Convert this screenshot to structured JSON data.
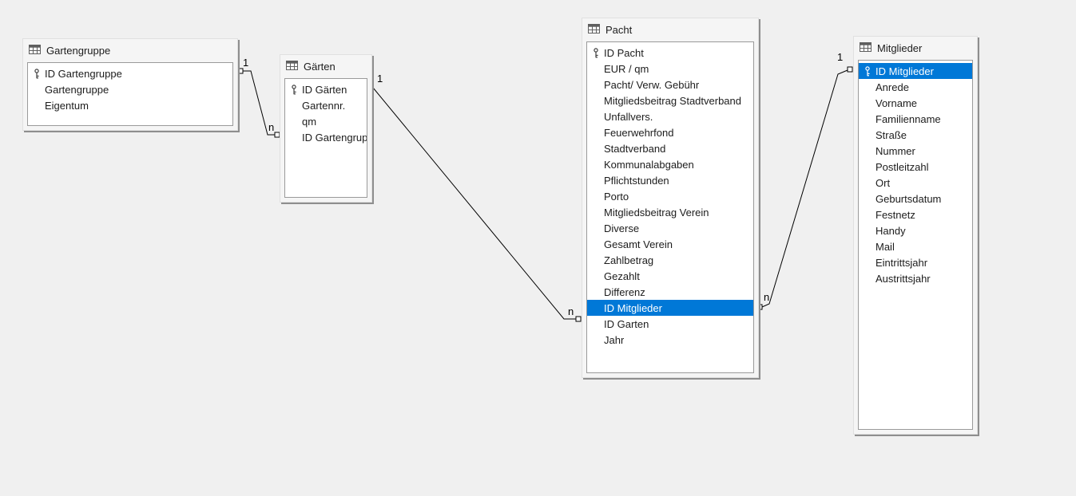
{
  "app": {
    "view_title": "Relation design canvas"
  },
  "colors": {
    "background": "#f0f0f0",
    "selection": "#0078d7",
    "selection_text": "#ffffff",
    "line": "#000000",
    "table_inner_border": "#9a9a9a"
  },
  "tables": [
    {
      "name": "Gartengruppe",
      "icon": "table-grid-icon",
      "fields": [
        {
          "label": "ID Gartengruppe",
          "key": true,
          "selected": false
        },
        {
          "label": "Gartengruppe",
          "key": false,
          "selected": false
        },
        {
          "label": "Eigentum",
          "key": false,
          "selected": false
        }
      ]
    },
    {
      "name": "Gärten",
      "icon": "table-grid-icon",
      "fields": [
        {
          "label": "ID Gärten",
          "key": true,
          "selected": false
        },
        {
          "label": "Gartennr.",
          "key": false,
          "selected": false
        },
        {
          "label": "qm",
          "key": false,
          "selected": false
        },
        {
          "label": "ID Gartengruppe",
          "key": false,
          "selected": false
        }
      ]
    },
    {
      "name": "Pacht",
      "icon": "table-grid-icon",
      "fields": [
        {
          "label": "ID Pacht",
          "key": true,
          "selected": false
        },
        {
          "label": "EUR / qm",
          "key": false,
          "selected": false
        },
        {
          "label": "Pacht/ Verw. Gebühr",
          "key": false,
          "selected": false
        },
        {
          "label": "Mitgliedsbeitrag Stadtverband",
          "key": false,
          "selected": false
        },
        {
          "label": "Unfallvers.",
          "key": false,
          "selected": false
        },
        {
          "label": "Feuerwehrfond",
          "key": false,
          "selected": false
        },
        {
          "label": "Stadtverband",
          "key": false,
          "selected": false
        },
        {
          "label": "Kommunalabgaben",
          "key": false,
          "selected": false
        },
        {
          "label": "Pflichtstunden",
          "key": false,
          "selected": false
        },
        {
          "label": "Porto",
          "key": false,
          "selected": false
        },
        {
          "label": "Mitgliedsbeitrag Verein",
          "key": false,
          "selected": false
        },
        {
          "label": "Diverse",
          "key": false,
          "selected": false
        },
        {
          "label": "Gesamt Verein",
          "key": false,
          "selected": false
        },
        {
          "label": "Zahlbetrag",
          "key": false,
          "selected": false
        },
        {
          "label": "Gezahlt",
          "key": false,
          "selected": false
        },
        {
          "label": "Differenz",
          "key": false,
          "selected": false
        },
        {
          "label": "ID Mitglieder",
          "key": false,
          "selected": true
        },
        {
          "label": "ID Garten",
          "key": false,
          "selected": false
        },
        {
          "label": "Jahr",
          "key": false,
          "selected": false
        }
      ]
    },
    {
      "name": "Mitglieder",
      "icon": "table-grid-icon",
      "fields": [
        {
          "label": "ID Mitglieder",
          "key": true,
          "selected": true
        },
        {
          "label": "Anrede",
          "key": false,
          "selected": false
        },
        {
          "label": "Vorname",
          "key": false,
          "selected": false
        },
        {
          "label": "Familienname",
          "key": false,
          "selected": false
        },
        {
          "label": "Straße",
          "key": false,
          "selected": false
        },
        {
          "label": "Nummer",
          "key": false,
          "selected": false
        },
        {
          "label": "Postleitzahl",
          "key": false,
          "selected": false
        },
        {
          "label": "Ort",
          "key": false,
          "selected": false
        },
        {
          "label": "Geburtsdatum",
          "key": false,
          "selected": false
        },
        {
          "label": "Festnetz",
          "key": false,
          "selected": false
        },
        {
          "label": "Handy",
          "key": false,
          "selected": false
        },
        {
          "label": "Mail",
          "key": false,
          "selected": false
        },
        {
          "label": "Eintrittsjahr",
          "key": false,
          "selected": false
        },
        {
          "label": "Austrittsjahr",
          "key": false,
          "selected": false
        }
      ]
    }
  ],
  "relationships": [
    {
      "from_table": "Gartengruppe",
      "to_table": "Gärten",
      "from_label": "1",
      "to_label": "n"
    },
    {
      "from_table": "Gärten",
      "to_table": "Pacht",
      "from_label": "1",
      "to_label": "n"
    },
    {
      "from_table": "Mitglieder",
      "to_table": "Pacht",
      "from_label": "1",
      "to_label": "n"
    }
  ]
}
